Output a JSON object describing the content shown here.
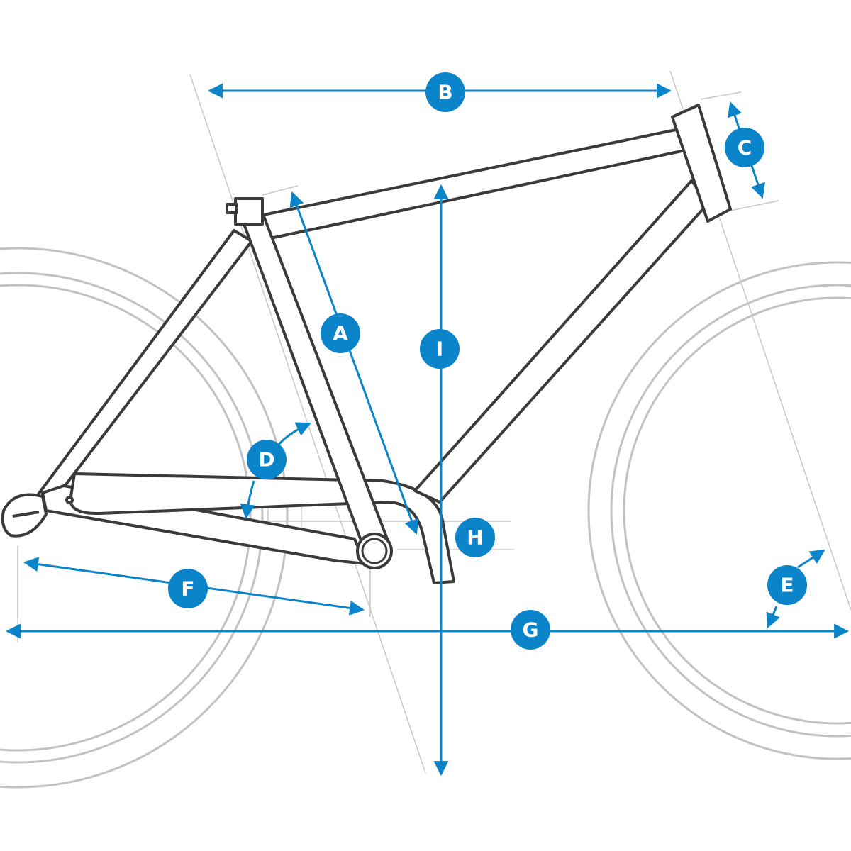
{
  "diagram": {
    "subject": "bicycle frame geometry",
    "colors": {
      "accent": "#0b84c9",
      "frame": "#3a3a3a",
      "wheel": "#c2c2c2",
      "guide": "#c8c8c8",
      "badge_text": "#ffffff",
      "background": "#ffffff"
    },
    "labels": {
      "A": "A",
      "B": "B",
      "C": "C",
      "D": "D",
      "E": "E",
      "F": "F",
      "G": "G",
      "H": "H",
      "I": "I"
    }
  }
}
